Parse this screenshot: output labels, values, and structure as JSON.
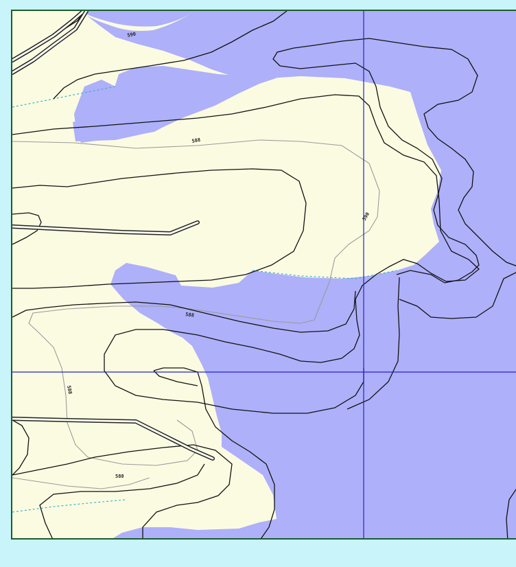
{
  "map": {
    "colors": {
      "background": "#c8f4fa",
      "frame": "#1b5c2c",
      "land": "#fbfbe2",
      "water": "#aeb0fa",
      "grid": "#2222cc",
      "contour_major": "#111111",
      "contour_minor": "#9a9a9a",
      "shoreline": "#2ab0c8"
    },
    "contour_labels": [
      {
        "id": "label-top",
        "text": "590"
      },
      {
        "id": "label-upper",
        "text": "588"
      },
      {
        "id": "label-right",
        "text": "590"
      },
      {
        "id": "label-middle",
        "text": "588"
      },
      {
        "id": "label-left",
        "text": "588"
      },
      {
        "id": "label-lower",
        "text": "588"
      }
    ]
  }
}
